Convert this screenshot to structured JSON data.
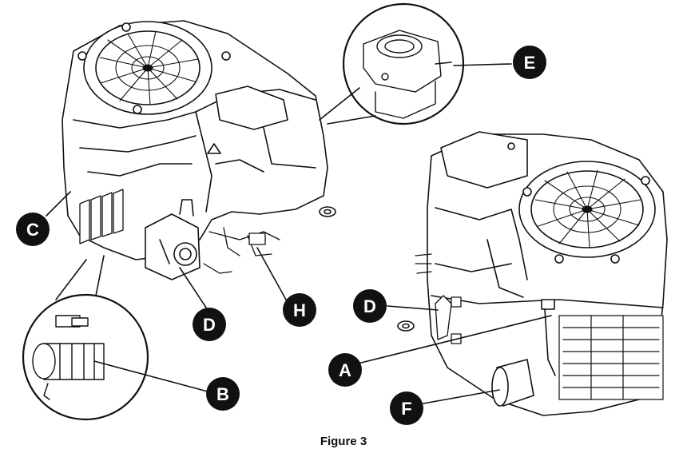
{
  "caption": "Figure 3",
  "callouts": {
    "A": "A",
    "B": "B",
    "C": "C",
    "D_left": "D",
    "D_right": "D",
    "E": "E",
    "F": "F",
    "H": "H"
  },
  "colors": {
    "line": "#111111",
    "fill": "#ffffff",
    "callout": "#111111"
  }
}
